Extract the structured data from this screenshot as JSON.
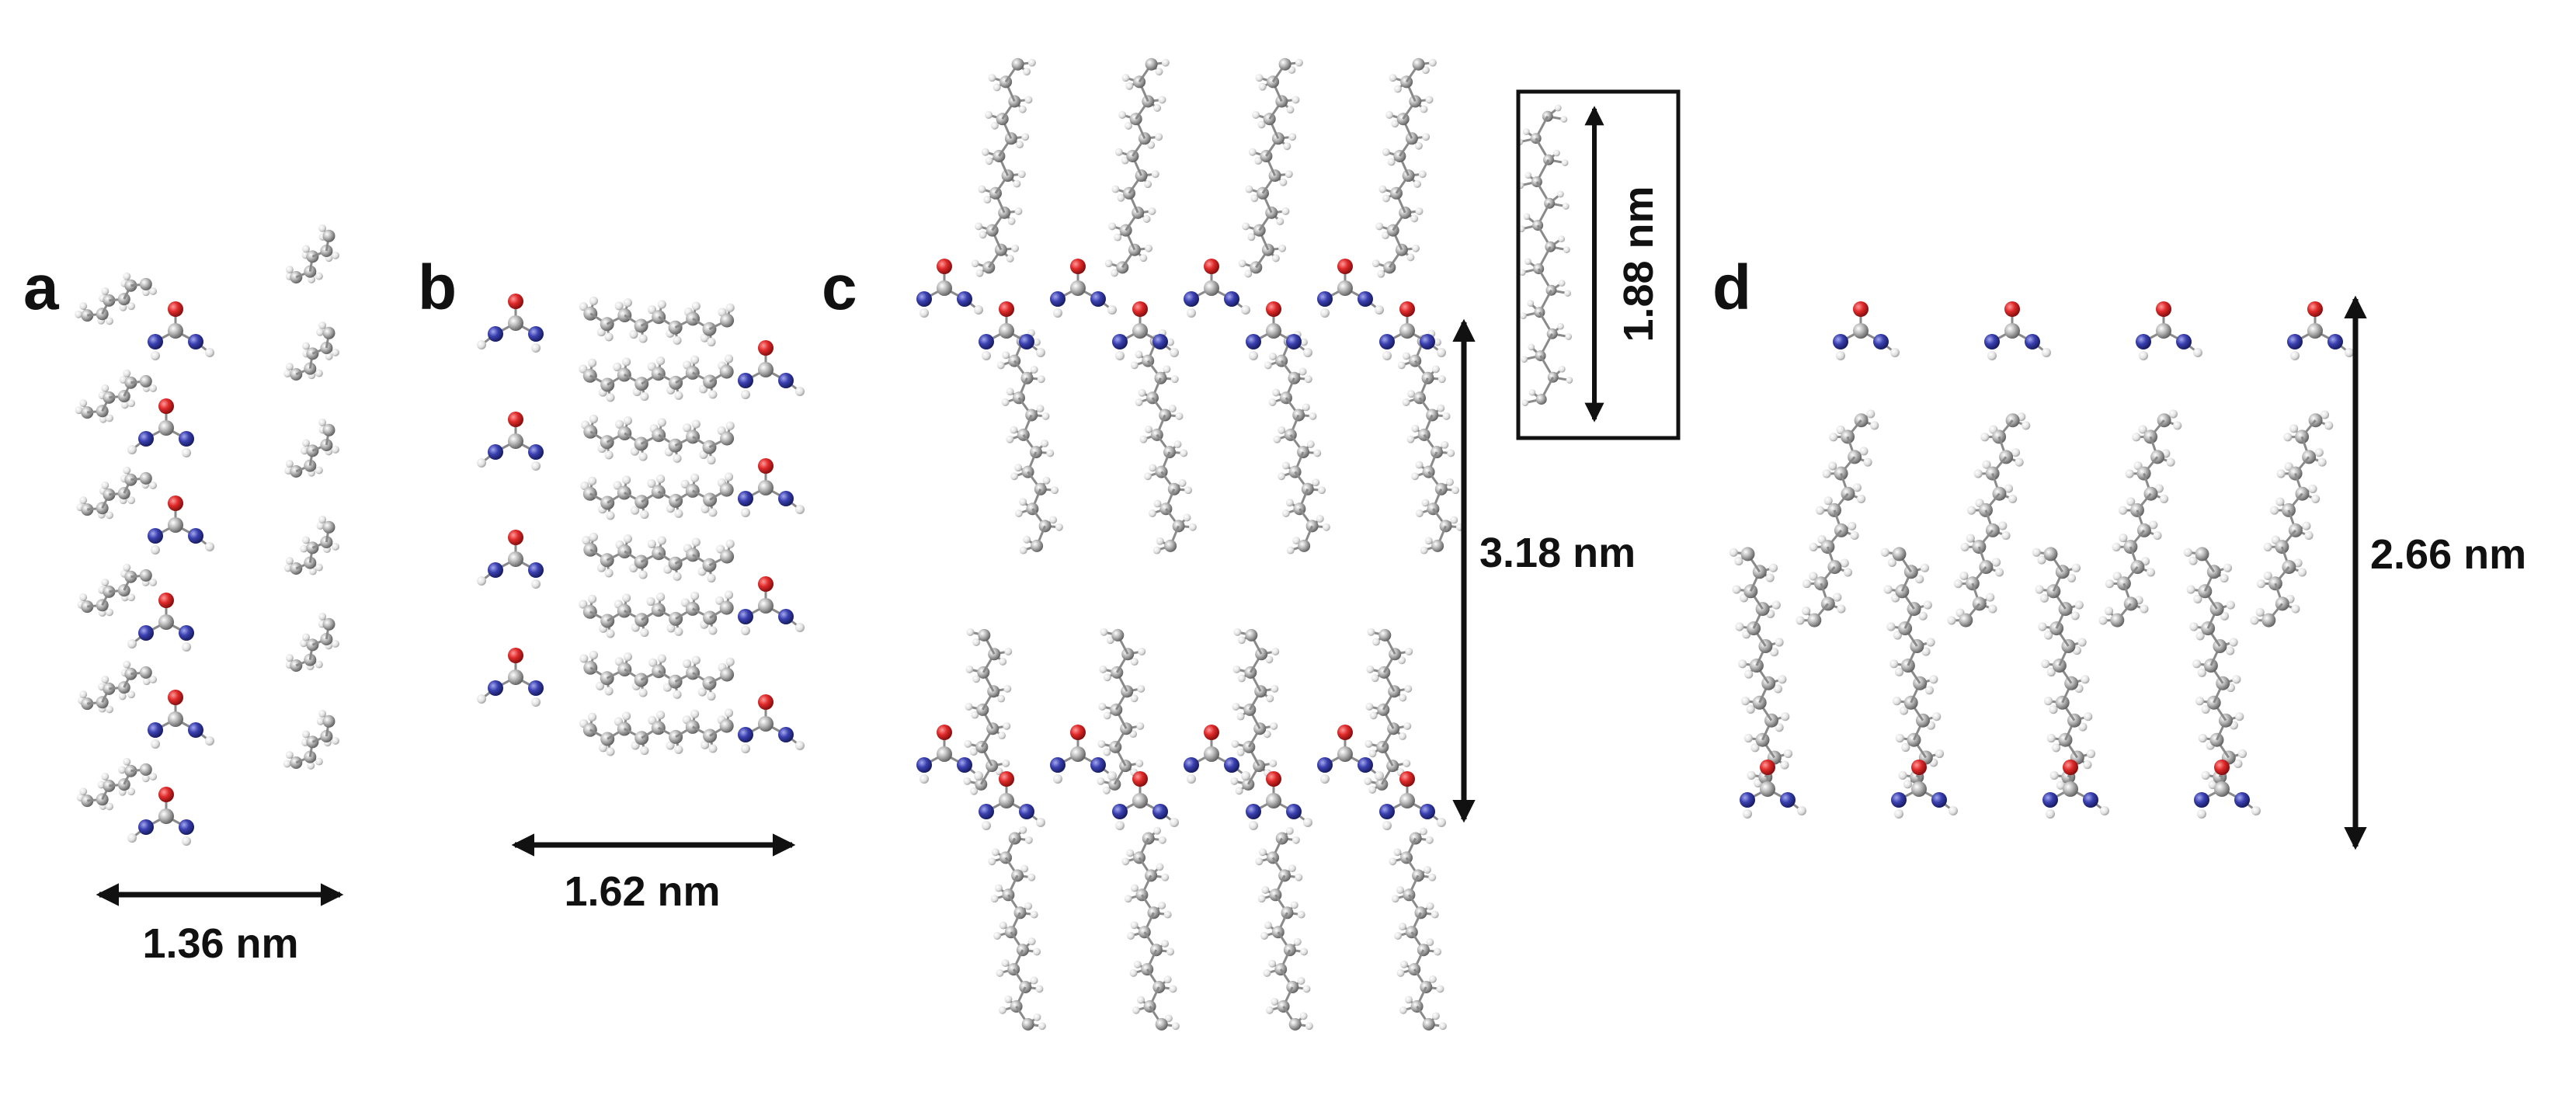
{
  "panels": {
    "a": {
      "label": "a",
      "measure": "1.36 nm"
    },
    "b": {
      "label": "b",
      "measure": "1.62 nm"
    },
    "c": {
      "label": "c",
      "measure": "3.18 nm",
      "inset_measure": "1.88 nm"
    },
    "d": {
      "label": "d",
      "measure": "2.66 nm"
    }
  },
  "colors": {
    "carbon": "#9a9a9a",
    "hydrogen": "#d8d8d8",
    "oxygen": "#d21f1f",
    "nitrogen": "#2a2f8f",
    "arrow": "#111111"
  }
}
